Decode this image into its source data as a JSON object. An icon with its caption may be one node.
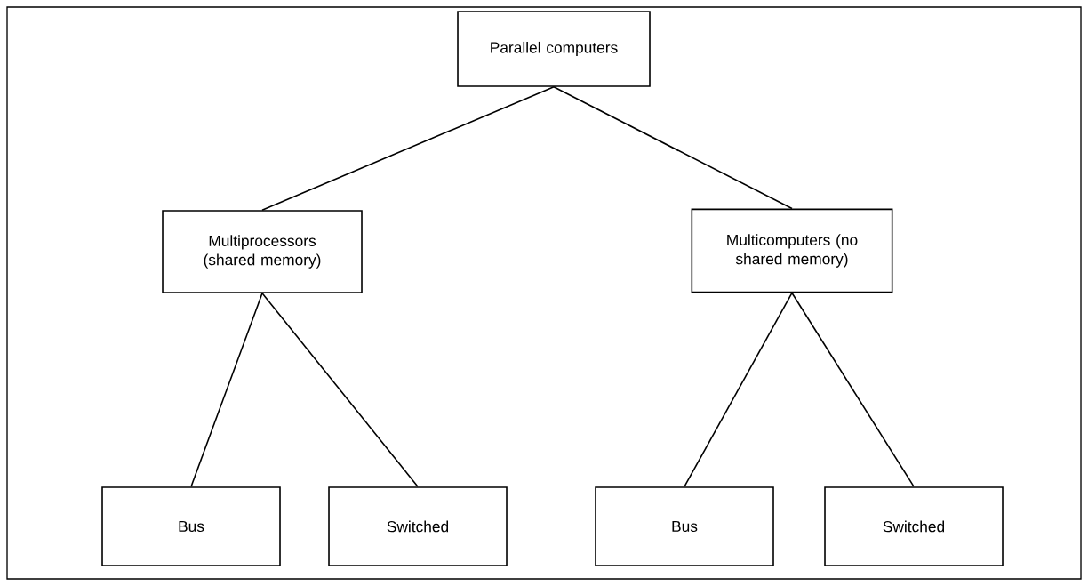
{
  "diagram": {
    "nodes": [
      {
        "text": [
          "Parallel computers"
        ]
      },
      {
        "text": [
          "Multiprocessors (shared memory)"
        ]
      },
      {
        "text": [
          "Multicomputers (no shared memory)"
        ]
      },
      {
        "text": [
          "Bus"
        ]
      },
      {
        "text": [
          "Switched"
        ]
      },
      {
        "text": [
          "Bus"
        ]
      },
      {
        "text": [
          "Switched"
        ]
      }
    ],
    "edges": [
      {
        "from": 0,
        "to": 1,
        "arrow": "none"
      },
      {
        "from": 0,
        "to": 2,
        "arrow": "none"
      },
      {
        "from": 1,
        "to": 3,
        "arrow": "none"
      },
      {
        "from": 1,
        "to": 4,
        "arrow": "none"
      },
      {
        "from": 2,
        "to": 5,
        "arrow": "none"
      },
      {
        "from": 2,
        "to": 6,
        "arrow": "none"
      }
    ]
  }
}
